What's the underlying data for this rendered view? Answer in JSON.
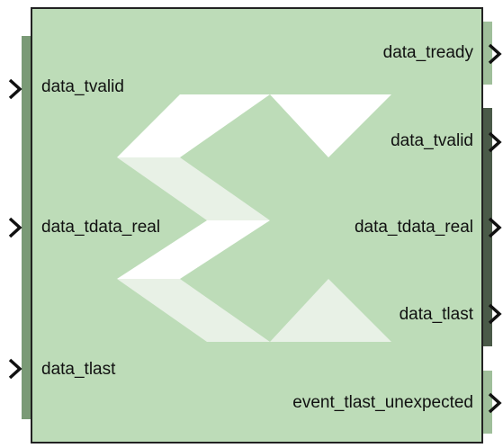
{
  "block": {
    "fill": "#bddcb8",
    "border": "#222222",
    "bar_input": "#7a9a76",
    "bar_output_light": "#9fbf9a",
    "bar_output_dark": "#4a5a48",
    "logo_color": "#ffffff"
  },
  "inputs": [
    {
      "label": "data_tvalid"
    },
    {
      "label": "data_tdata_real"
    },
    {
      "label": "data_tlast"
    }
  ],
  "outputs": [
    {
      "label": "data_tready"
    },
    {
      "label": "data_tvalid"
    },
    {
      "label": "data_tdata_real"
    },
    {
      "label": "data_tlast"
    },
    {
      "label": "event_tlast_unexpected"
    }
  ]
}
